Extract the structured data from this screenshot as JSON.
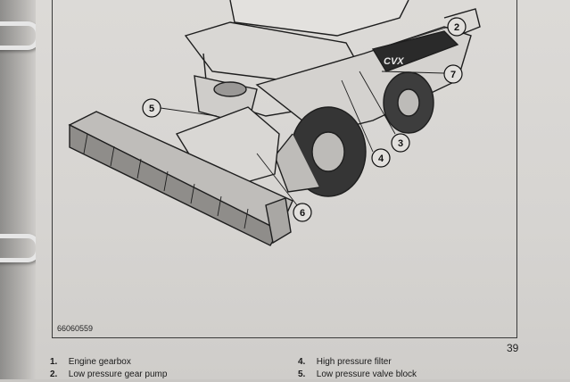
{
  "figure_number": "66060559",
  "page_number": "39",
  "callouts": [
    "2",
    "7",
    "5",
    "4",
    "3",
    "6"
  ],
  "legend": [
    {
      "num": "1.",
      "label": "Engine gearbox"
    },
    {
      "num": "2.",
      "label": "Low pressure gear pump"
    },
    {
      "num": "4.",
      "label": "High pressure filter"
    },
    {
      "num": "5.",
      "label": "Low pressure valve block"
    }
  ]
}
